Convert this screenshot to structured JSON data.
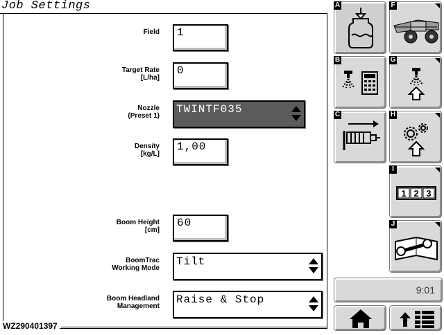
{
  "page": {
    "title": "Job Settings",
    "footer_id": "WZ290401397"
  },
  "fields": {
    "field": {
      "label": "Field",
      "value": "1"
    },
    "target_rate": {
      "label": "Target Rate",
      "unit": "[L/ha]",
      "value": "0"
    },
    "nozzle": {
      "label": "Nozzle",
      "unit": "(Preset 1)",
      "value": "TWINTF035"
    },
    "density": {
      "label": "Density",
      "unit": "[kg/L]",
      "value": "1,00"
    },
    "boom_height": {
      "label": "Boom Height",
      "unit": "[cm]",
      "value": "60"
    },
    "boomtrac": {
      "label": "BoomTrac",
      "unit": "Working Mode",
      "value": "Tilt"
    },
    "headland": {
      "label": "Boom Headland",
      "unit": "Management",
      "value": "Raise & Stop"
    }
  },
  "softkeys": {
    "A": {
      "letter": "A",
      "icon": "tank-fill-icon"
    },
    "B": {
      "letter": "B",
      "icon": "nozzle-calculator-icon"
    },
    "C": {
      "letter": "C",
      "icon": "flow-meter-icon"
    },
    "F": {
      "letter": "F",
      "icon": "sprayer-machine-icon"
    },
    "G": {
      "letter": "G",
      "icon": "nozzle-up-icon"
    },
    "H": {
      "letter": "H",
      "icon": "gears-up-icon"
    },
    "I": {
      "letter": "I",
      "icon": "counter-123-icon",
      "digits": [
        "1",
        "2",
        "3"
      ]
    },
    "J": {
      "letter": "J",
      "icon": "manual-wrench-icon"
    }
  },
  "status": {
    "time": "9:01"
  },
  "nav": {
    "home_icon": "home-icon",
    "menu_icon": "menu-up-icon"
  },
  "colors": {
    "panel_bg": "#ffffff",
    "softkey_bg": "#d9d9d9",
    "dark_select": "#5b5b5b"
  }
}
